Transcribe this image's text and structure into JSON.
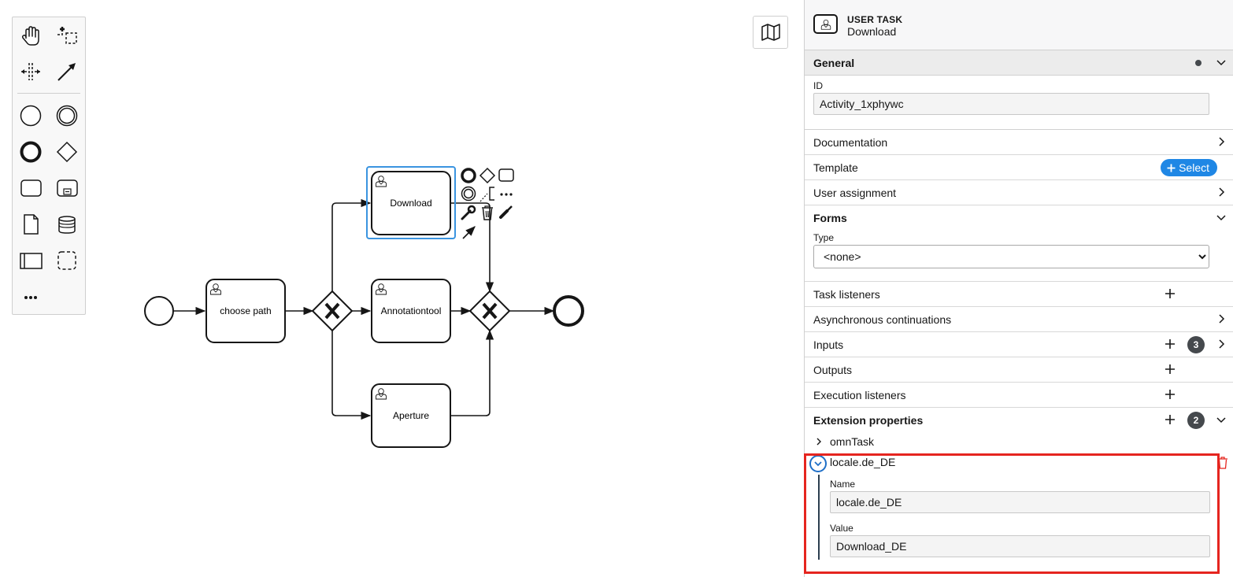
{
  "palette": {
    "tools": [
      {
        "name": "hand-tool-icon"
      },
      {
        "name": "lasso-tool-icon"
      },
      {
        "name": "space-tool-icon"
      },
      {
        "name": "global-connect-tool-icon"
      },
      {
        "name": "start-event-icon"
      },
      {
        "name": "intermediate-event-icon"
      },
      {
        "name": "end-event-icon"
      },
      {
        "name": "gateway-icon"
      },
      {
        "name": "task-icon"
      },
      {
        "name": "subprocess-icon"
      },
      {
        "name": "data-object-icon"
      },
      {
        "name": "data-store-icon"
      },
      {
        "name": "pool-icon"
      },
      {
        "name": "group-icon"
      },
      {
        "name": "more-icon"
      }
    ]
  },
  "diagram": {
    "tasks": [
      {
        "id": "choose",
        "label": "choose path"
      },
      {
        "id": "download",
        "label": "Download",
        "selected": true
      },
      {
        "id": "annotation",
        "label": "Annotationtool"
      },
      {
        "id": "aperture",
        "label": "Aperture"
      }
    ],
    "selection_color": "#3a94e0"
  },
  "panel": {
    "header": {
      "type": "USER TASK",
      "name": "Download"
    },
    "general": {
      "title": "General",
      "id_label": "ID",
      "id_value": "Activity_1xphywc"
    },
    "groups": {
      "documentation": "Documentation",
      "template": "Template",
      "template_button": "Select",
      "user_assignment": "User assignment",
      "forms": "Forms",
      "forms_type_label": "Type",
      "forms_type_value": "<none>",
      "task_listeners": "Task listeners",
      "async": "Asynchronous continuations",
      "inputs": "Inputs",
      "inputs_count": "3",
      "outputs": "Outputs",
      "execution_listeners": "Execution listeners",
      "extension_properties": "Extension properties",
      "extension_count": "2"
    },
    "extension": {
      "collapsed_item": "omnTask",
      "open_item": "locale.de_DE",
      "name_label": "Name",
      "name_value": "locale.de_DE",
      "value_label": "Value",
      "value_value": "Download_DE"
    },
    "colors": {
      "accent": "#1f87e5",
      "highlight": "#e5251f",
      "badge": "#45494d"
    }
  }
}
